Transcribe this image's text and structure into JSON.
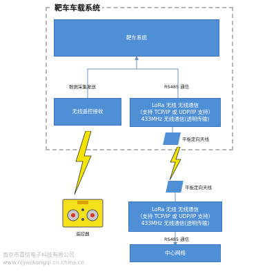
{
  "system": {
    "title": "靶车车载系统"
  },
  "boxes": {
    "vehicle_ctrl": "靶车系统",
    "remote_recv": "无线遥控接收",
    "lora_top": [
      "LoRa 无线 无线通信",
      "（支持 TCP/IP 或 UDP/IP 支持）",
      "433MHz 无线通信(透明传输)"
    ],
    "lora_bottom": [
      "LoRa 无线 无线通信",
      "（支持 TCP/IP 或 UDP/IP 支持）",
      "433MHz 无线通信(透明传输)"
    ],
    "center": "中心网络"
  },
  "labels": {
    "left_link": "数据采集发送",
    "right_link": "RS485 通信",
    "antenna_top": "平板定向天线",
    "antenna_bottom": "平板定向天线",
    "remote_device": "遥控器",
    "bottom_link": "RS485 通信"
  },
  "watermark": {
    "line1": "南京市嘉信电子科技有限公司",
    "line2": "www.njyaokongqi.cn.china.cn"
  },
  "colors": {
    "box_fill": "#4f8fd6",
    "bolt": "#f2e400",
    "remote_body": "#f3e21b"
  }
}
